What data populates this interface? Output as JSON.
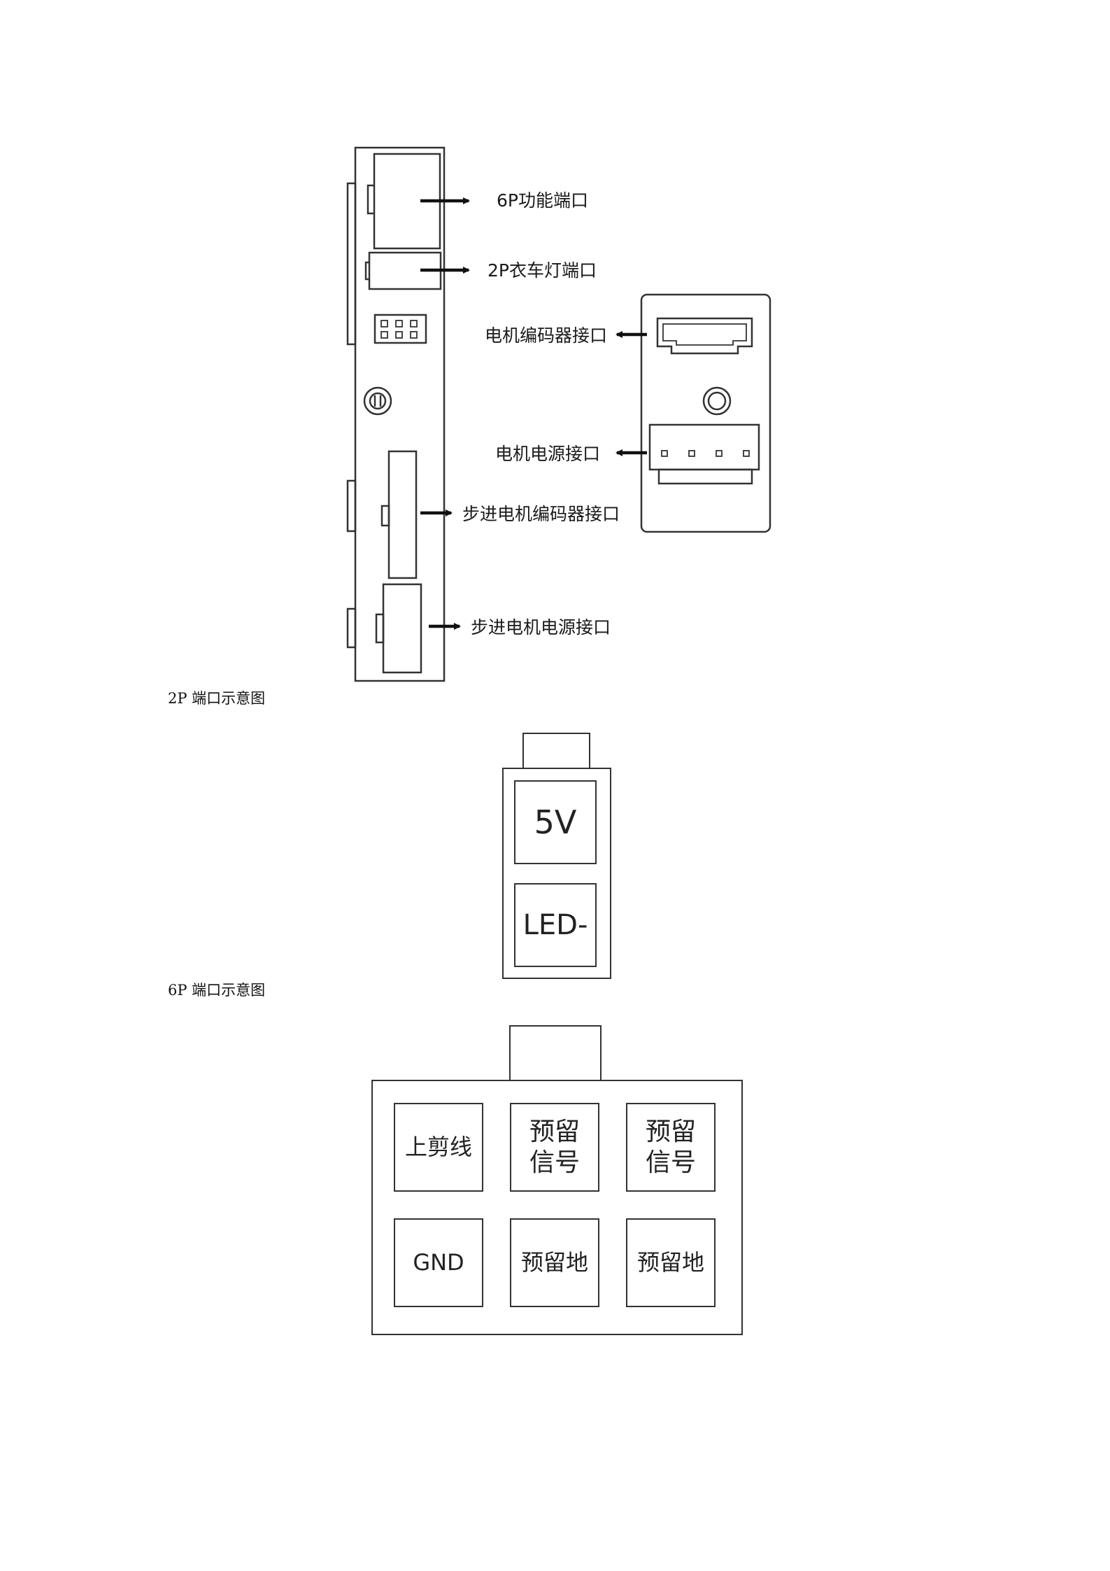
{
  "board": {
    "callouts": [
      "6P功能端口",
      "2P衣车灯端口",
      "电机编码器接口",
      "电机电源接口",
      "步进电机编码器接口",
      "步进电机电源接口"
    ]
  },
  "captions": {
    "two_pin": "2P 端口示意图",
    "six_pin": "6P 端口示意图"
  },
  "two_pin_connector": {
    "pins": [
      "5V",
      "LED-"
    ]
  },
  "six_pin_connector": {
    "pins": [
      "上剪线",
      "预留信号",
      "预留信号",
      "GND",
      "预留地",
      "预留地"
    ]
  }
}
